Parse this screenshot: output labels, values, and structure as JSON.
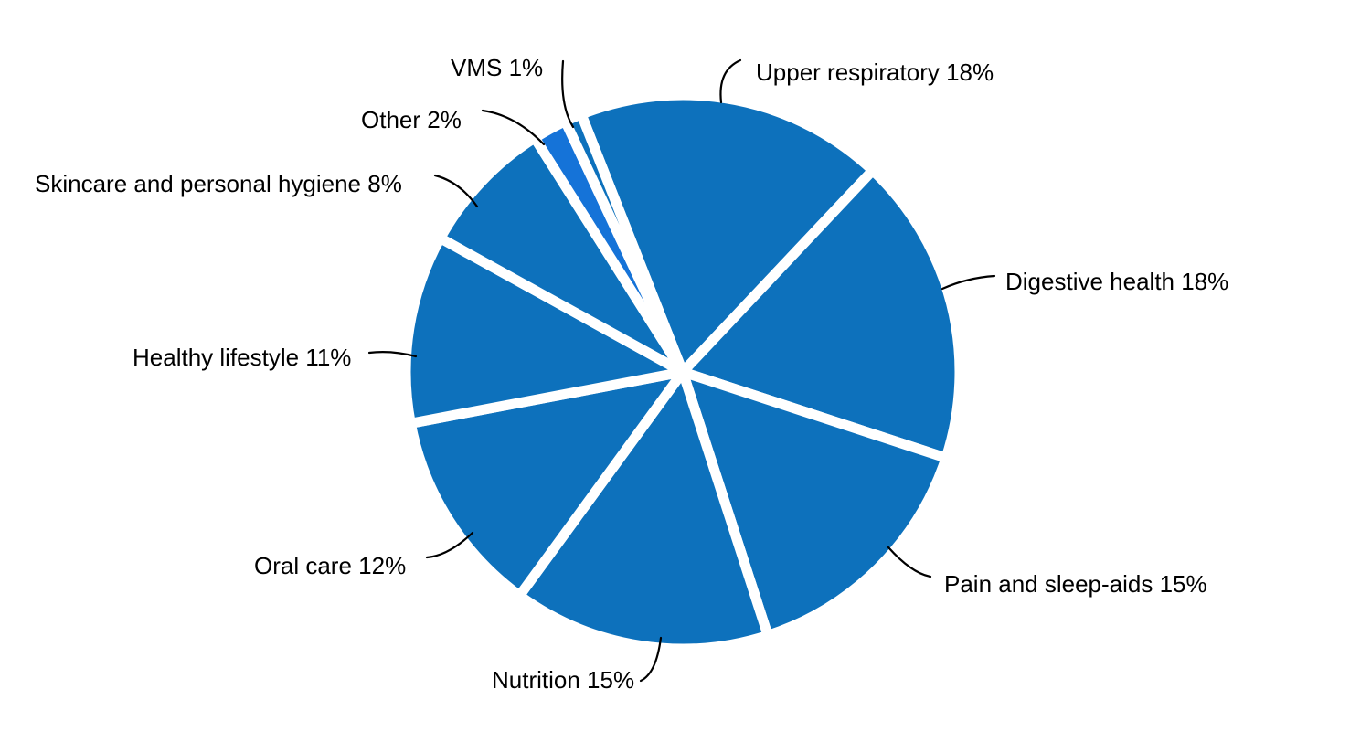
{
  "background_color": "#ffffff",
  "chart_data": {
    "type": "pie",
    "title": "",
    "unit": "%",
    "legend": "none",
    "label_style": "outside-with-leader-lines",
    "default_slice_color": "#0d71bc",
    "highlight_slice_color": "#1573d8",
    "separator_color": "#ffffff",
    "leader_line_color": "#000000",
    "label_text_color": "#000000",
    "start_angle_deg_from_north": -21.5,
    "direction": "clockwise",
    "total": 100,
    "slices": [
      {
        "label": "Upper respiratory",
        "value": 18,
        "display": "Upper respiratory 18%",
        "color": "#0d71bc"
      },
      {
        "label": "Digestive health",
        "value": 18,
        "display": "Digestive health 18%",
        "color": "#0d71bc"
      },
      {
        "label": "Pain and sleep-aids",
        "value": 15,
        "display": "Pain and sleep-aids 15%",
        "color": "#0d71bc"
      },
      {
        "label": "Nutrition",
        "value": 15,
        "display": "Nutrition 15%",
        "color": "#0d71bc"
      },
      {
        "label": "Oral care",
        "value": 12,
        "display": "Oral care 12%",
        "color": "#0d71bc"
      },
      {
        "label": "Healthy lifestyle",
        "value": 11,
        "display": "Healthy lifestyle 11%",
        "color": "#0d71bc"
      },
      {
        "label": "Skincare and personal hygiene",
        "value": 8,
        "display": "Skincare and personal hygiene 8%",
        "color": "#0d71bc"
      },
      {
        "label": "Other",
        "value": 2,
        "display": "Other 2%",
        "color": "#1573d8"
      },
      {
        "label": "VMS",
        "value": 1,
        "display": "VMS 1%",
        "color": "#0d71bc"
      }
    ]
  }
}
